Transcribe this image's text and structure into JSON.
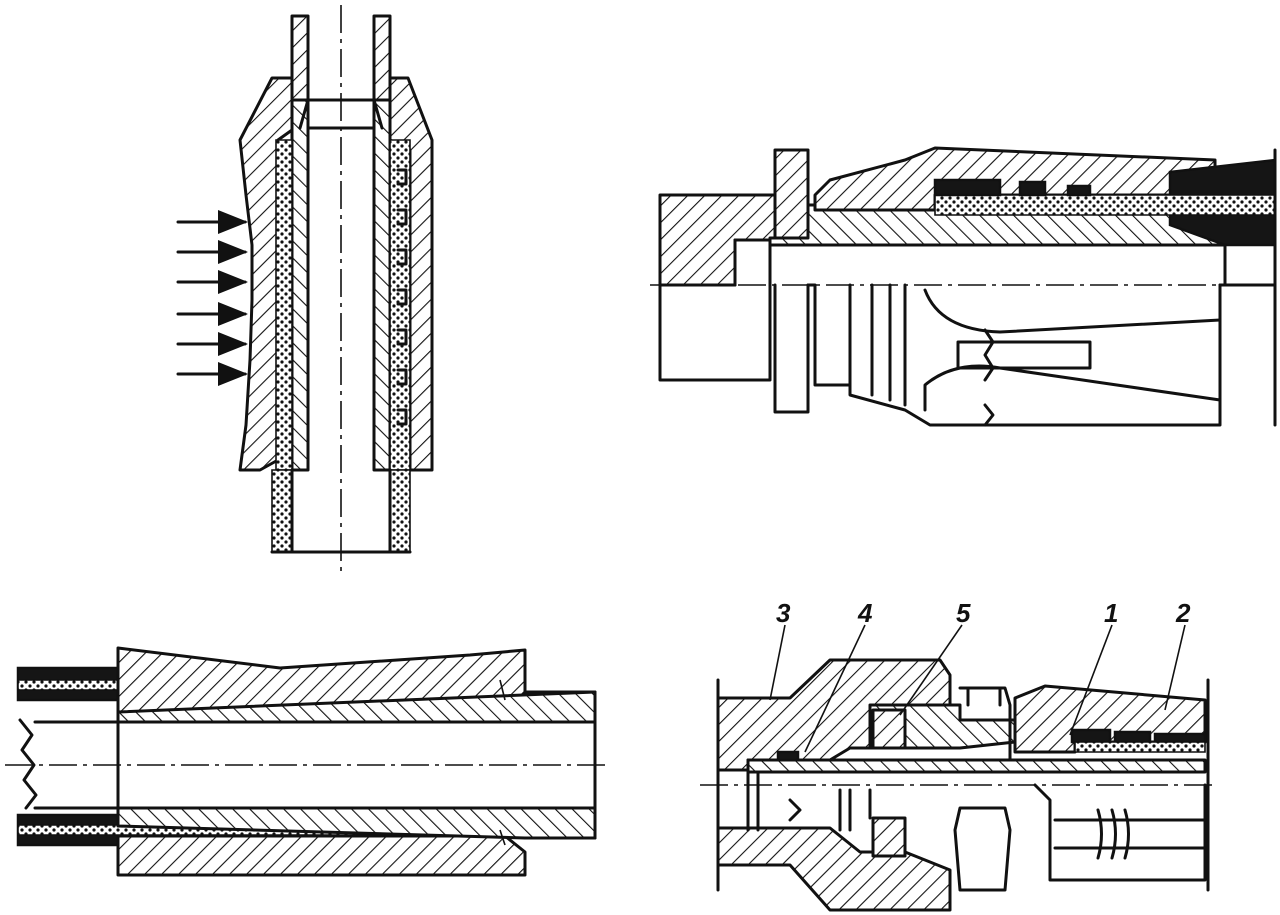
{
  "labels": {
    "part_3": "3",
    "part_4": "4",
    "part_5": "5",
    "part_1": "1",
    "part_2": "2"
  }
}
